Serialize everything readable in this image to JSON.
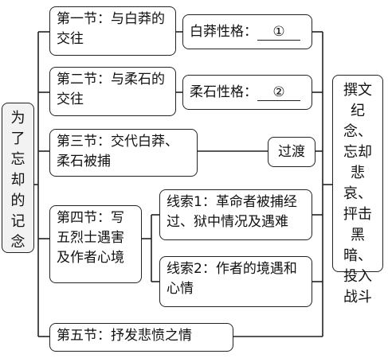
{
  "root": {
    "label": "为了忘却的记念"
  },
  "sections": [
    {
      "label": "第一节：与白莽的交往"
    },
    {
      "label": "第二节：与柔石的交往"
    },
    {
      "label": "第三节：交代白莽、柔石被捕"
    },
    {
      "label": "第四节：写五烈士遇害及作者心境"
    },
    {
      "label": "第五节：抒发悲愤之情"
    }
  ],
  "details": {
    "baimang": {
      "label": "白莽性格：",
      "blank": "①"
    },
    "roushi": {
      "label": "柔石性格：",
      "blank": "②"
    },
    "transition": {
      "label": "过渡"
    },
    "clue1": {
      "label": "线索1：革命者被捕经过、狱中情况及遇难"
    },
    "clue2": {
      "label": "线索2：作者的境遇和心情"
    }
  },
  "summary": {
    "label": "撰文纪念、忘却悲哀、抨击黑暗、投入战斗"
  }
}
